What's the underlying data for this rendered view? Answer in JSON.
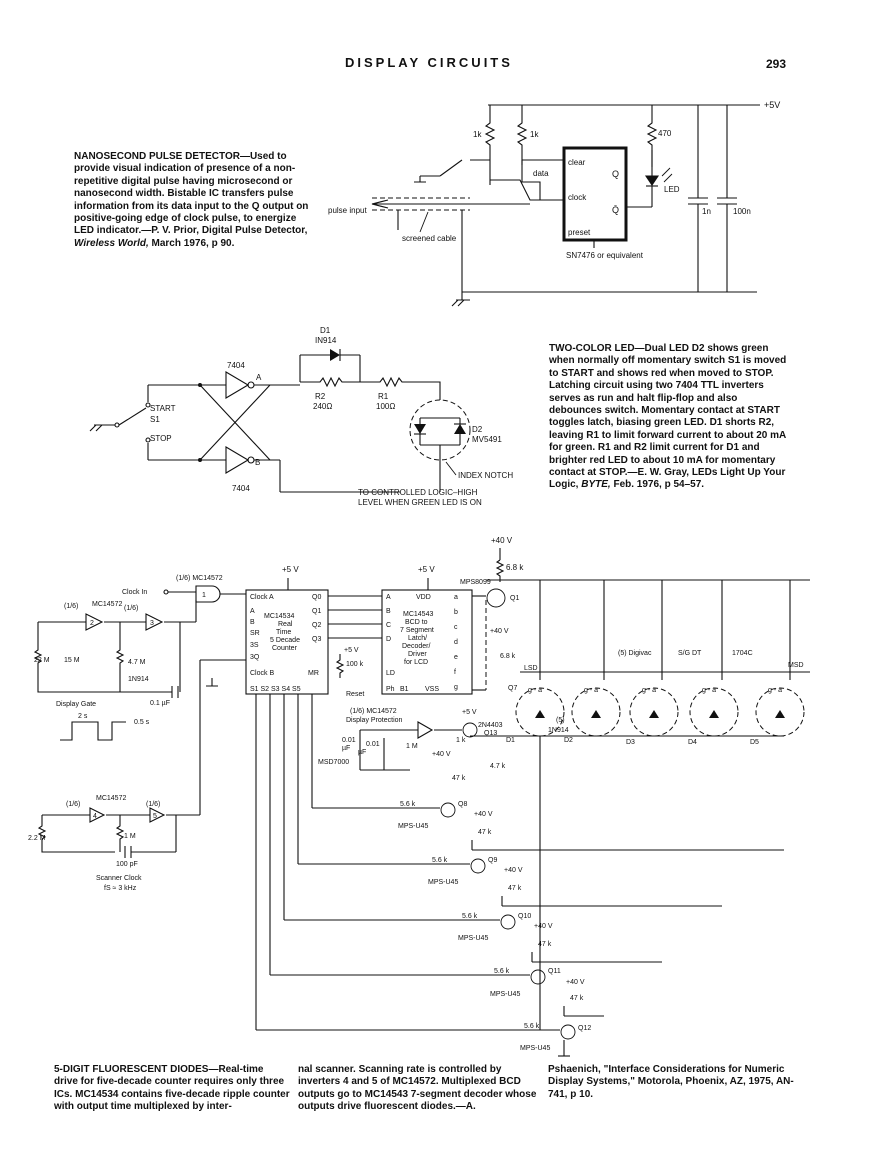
{
  "header": {
    "title": "DISPLAY CIRCUITS",
    "page_number": "293"
  },
  "captions": {
    "c1_title": "NANOSECOND PULSE DETECTOR",
    "c1_body": "—Used to provide visual indication of presence of a non-repetitive digital pulse having microsecond or nanosecond width. Bistable IC transfers pulse information from its data input to the Q output on positive-going edge of clock pulse, to energize LED indicator.—P. V. Prior, Digital Pulse Detector, ",
    "c1_source": "Wireless World,",
    "c1_date": " March 1976, p 90.",
    "c2_title": "TWO-COLOR LED",
    "c2_body": "—Dual LED D2 shows green when normally off momentary switch S1 is moved to START and shows red when moved to STOP. Latching circuit using two 7404 TTL inverters serves as run and halt flip-flop and also debounces switch. Momentary contact at START toggles latch, biasing green LED. D1 shorts R2, leaving R1 to limit forward current to about 20 mA for green. R1 and R2 limit current for D1 and brighter red LED to about 10 mA for momentary contact at STOP.—E. W. Gray, LEDs Light Up Your Logic, ",
    "c2_source": "BYTE,",
    "c2_date": " Feb. 1976, p 54–57.",
    "c3_title": "5-DIGIT FLUORESCENT DIODES",
    "c3_col1": "—Real-time drive for five-decade counter requires only three ICs. MC14534 contains five-decade ripple counter with output time multiplexed by inter-",
    "c3_col2": "nal scanner. Scanning rate is controlled by inverters 4 and 5 of MC14572. Multiplexed BCD outputs go to MC14543 7-segment decoder whose outputs drive fluorescent diodes.—A.",
    "c3_col3": "Pshaenich, \"Interface Considerations for Numeric Display Systems,\" Motorola, Phoenix, AZ, 1975, AN-741, p 10."
  },
  "circuit1": {
    "supply": "+5V",
    "r1": "1k",
    "r2": "1k",
    "r3": "470",
    "ff_pins": [
      "clear",
      "data",
      "clock",
      "preset",
      "Q",
      "Q̄"
    ],
    "led": "LED",
    "c1": "1n",
    "c2": "100n",
    "input": "pulse input",
    "cable": "screened cable",
    "ic": "SN7476 or equivalent"
  },
  "circuit2": {
    "d1": "D1",
    "d1_part": "IN914",
    "gate_top": "7404",
    "gate_bottom": "7404",
    "node_a": "A",
    "node_b": "B",
    "r2": "R2",
    "r2_val": "240Ω",
    "r1": "R1",
    "r1_val": "100Ω",
    "start": "START",
    "s1": "S1",
    "stop": "STOP",
    "d2": "D2",
    "d2_part": "MV5491",
    "notch": "INDEX NOTCH",
    "note1": "TO CONTROLLED LOGIC–HIGH",
    "note2": "LEVEL WHEN GREEN LED IS ON"
  },
  "circuit3": {
    "v40": "+40 V",
    "v5a": "+5 V",
    "v5b": "+5 V",
    "v5c": "+5 V",
    "gate_label": "(1/6) MC14572",
    "clock_in": "Clock In",
    "mc_left": "MC14572",
    "sixth": "(1/6)",
    "r22m": "22 M",
    "r15m": "15 M",
    "r47m": "4.7 M",
    "d1n914": "1N914",
    "c01": "0.1 µF",
    "display_gate": "Display Gate",
    "t2s": "2 s",
    "t05s": "0.5 s",
    "ic1_pins": [
      "Clock A",
      "A",
      "B",
      "SR",
      "3S",
      "3Q",
      "Clock B",
      "Q0",
      "Q1",
      "Q2",
      "Q3",
      "MR"
    ],
    "ic1_name": "MC14534",
    "ic1_desc": [
      "Real",
      "Time",
      "5 Decade",
      "Counter"
    ],
    "ic1_bottom": "S1  S2  S3  S4  S5",
    "ic2_pins": [
      "A",
      "B",
      "C",
      "D",
      "LD",
      "Ph",
      "VDD",
      "a",
      "b",
      "c",
      "d",
      "e",
      "f",
      "g",
      "B1",
      "VSS"
    ],
    "ic2_name": "MC14543",
    "ic2_desc": [
      "BCD to",
      "7 Segment",
      "Latch/",
      "Decoder/",
      "Driver",
      "for LCD"
    ],
    "r100k": "100 k",
    "reset": "Reset",
    "mps8099": "MPS8099",
    "q1": "Q1",
    "r68k": "6.8 k",
    "q7": "Q7",
    "lsd": "LSD",
    "msd": "MSD",
    "disp_prot": "Display Protection",
    "c001": "0.01",
    "uf": "µF",
    "r1m": "1 M",
    "msd7000": "MSD7000",
    "q13": "2N4403",
    "q13n": "Q13",
    "r1k": "1 k",
    "r47k": "4.7 k",
    "r47k2": "47 k",
    "d_set": "(5)",
    "d_part": "1N914",
    "d_labels": [
      "D1",
      "D2",
      "D3",
      "D4",
      "D5"
    ],
    "disp_names": [
      "(5) Digivac",
      "S/G DT",
      "1704C"
    ],
    "segs": "g - a",
    "scan_gate": "MC14572",
    "r22m2": "2.2 M",
    "r1m2": "1 M",
    "c100p": "100 pF",
    "scan_clock": "Scanner Clock",
    "scan_freq": "fS ≈ 3 kHz",
    "r56k": "5.6 k",
    "mpsu45": "MPS-U45",
    "q_names": [
      "Q8",
      "Q9",
      "Q10",
      "Q11",
      "Q12"
    ]
  }
}
